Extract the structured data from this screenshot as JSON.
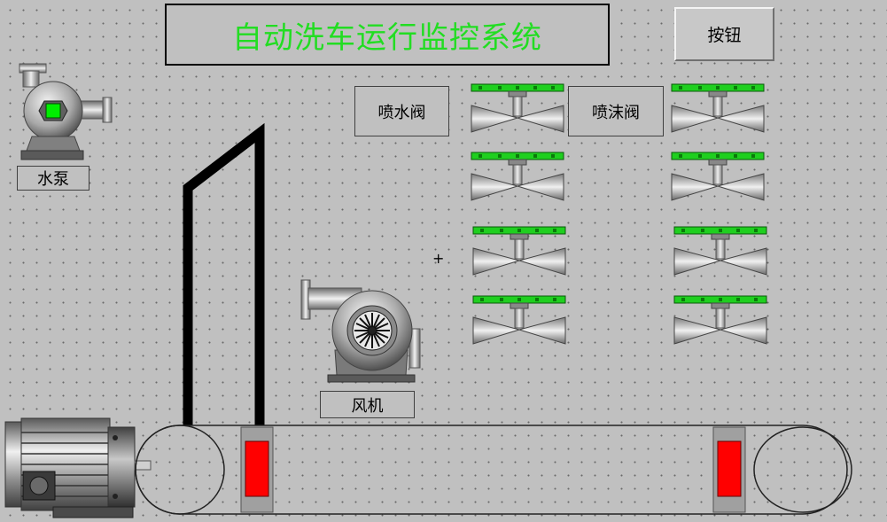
{
  "title": "自动洗车运行监控系统",
  "button_label": "按钮",
  "labels": {
    "spray_water_valve": "喷水阀",
    "spray_foam_valve": "喷沫阀",
    "water_pump": "水泵",
    "blower": "风机"
  },
  "cursor_glyph": "+",
  "colors": {
    "title_text": "#22dd22",
    "valve_handle": "#1fcf1f",
    "pump_indicator": "#00ee00",
    "conveyor_blocks": "#ff0000",
    "background": "#c0c0c0"
  },
  "icons": [
    "water-pump-icon",
    "blower-icon",
    "motor-icon",
    "valve-icon"
  ]
}
